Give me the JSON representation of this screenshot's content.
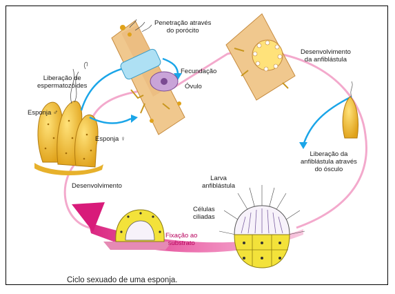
{
  "labels": {
    "penetracao_1": "Penetração através",
    "penetracao_2": "do porócito",
    "fecundacao": "Fecundação",
    "ovulo": "Óvulo",
    "liberacao_esperm_1": "Liberação de",
    "liberacao_esperm_2": "espermatozóides",
    "esponja_m": "Esponja ♂",
    "esponja_f": "Esponja ♀",
    "desenv_anfi_1": "Desenvolvimento",
    "desenv_anfi_2": "da anfiblástula",
    "liberacao_anfi_1": "Liberação da",
    "liberacao_anfi_2": "anfiblástula através",
    "liberacao_anfi_3": "do ósculo",
    "larva_1": "Larva",
    "larva_2": "anfiblástula",
    "celulas_1": "Células",
    "celulas_2": "ciliadas",
    "desenvolvimento": "Desenvolvimento",
    "fixacao_1": "Fixação ao",
    "fixacao_2": "substrato"
  },
  "caption": "Ciclo sexuado de uma esponja.",
  "colors": {
    "cycle_pink": "#f3a9cc",
    "cycle_magenta": "#e0368a",
    "arrow_blue": "#1aa5e8",
    "sponge_yellow": "#f2c230",
    "tissue_tan": "#f0c88e",
    "cell_violet": "#c9a4d8"
  }
}
